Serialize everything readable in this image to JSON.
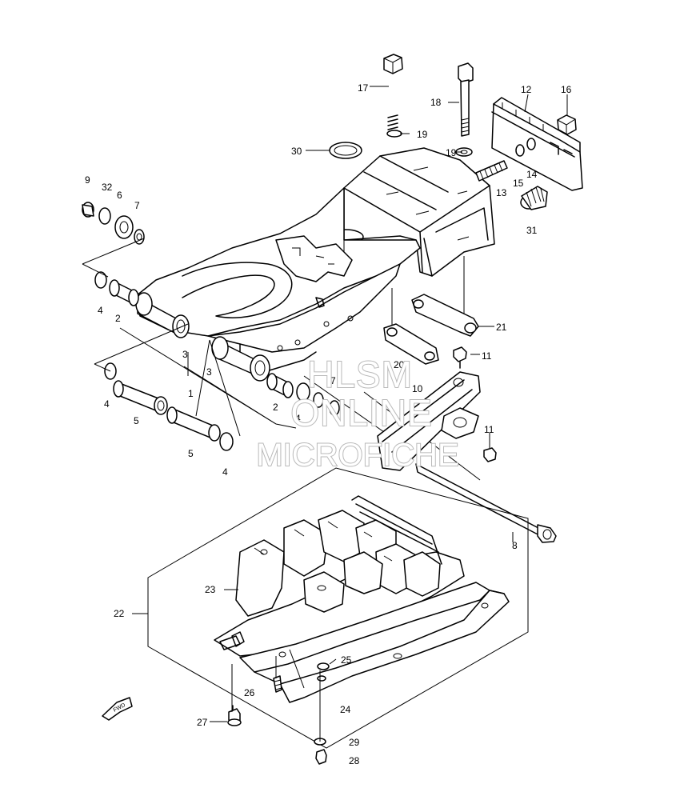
{
  "watermark": {
    "line1": "HLSM",
    "line2": "ONLINE",
    "line3": "MICROFICHE",
    "color": "#b9b9b9"
  },
  "callouts": {
    "c1": "1",
    "c2a": "2",
    "c2b": "2",
    "c3a": "3",
    "c3b": "3",
    "c4a": "4",
    "c4b": "4",
    "c4c": "4",
    "c4d": "4",
    "c5a": "5",
    "c5b": "5",
    "c6a": "6",
    "c6b": "6",
    "c7a": "7",
    "c7b": "7",
    "c8": "8",
    "c9": "9",
    "c10": "10",
    "c11a": "11",
    "c11b": "11",
    "c12": "12",
    "c13": "13",
    "c14": "14",
    "c15": "15",
    "c16": "16",
    "c17": "17",
    "c18": "18",
    "c19a": "19",
    "c19b": "19",
    "c20": "20",
    "c21": "21",
    "c22": "22",
    "c23": "23",
    "c24": "24",
    "c25": "25",
    "c26": "26",
    "c27": "27",
    "c28": "28",
    "c29": "29",
    "c30": "30",
    "c31": "31",
    "c32": "32"
  },
  "fwd_arrow": {
    "label": "FWD",
    "icon": "front-direction-arrow-icon"
  }
}
